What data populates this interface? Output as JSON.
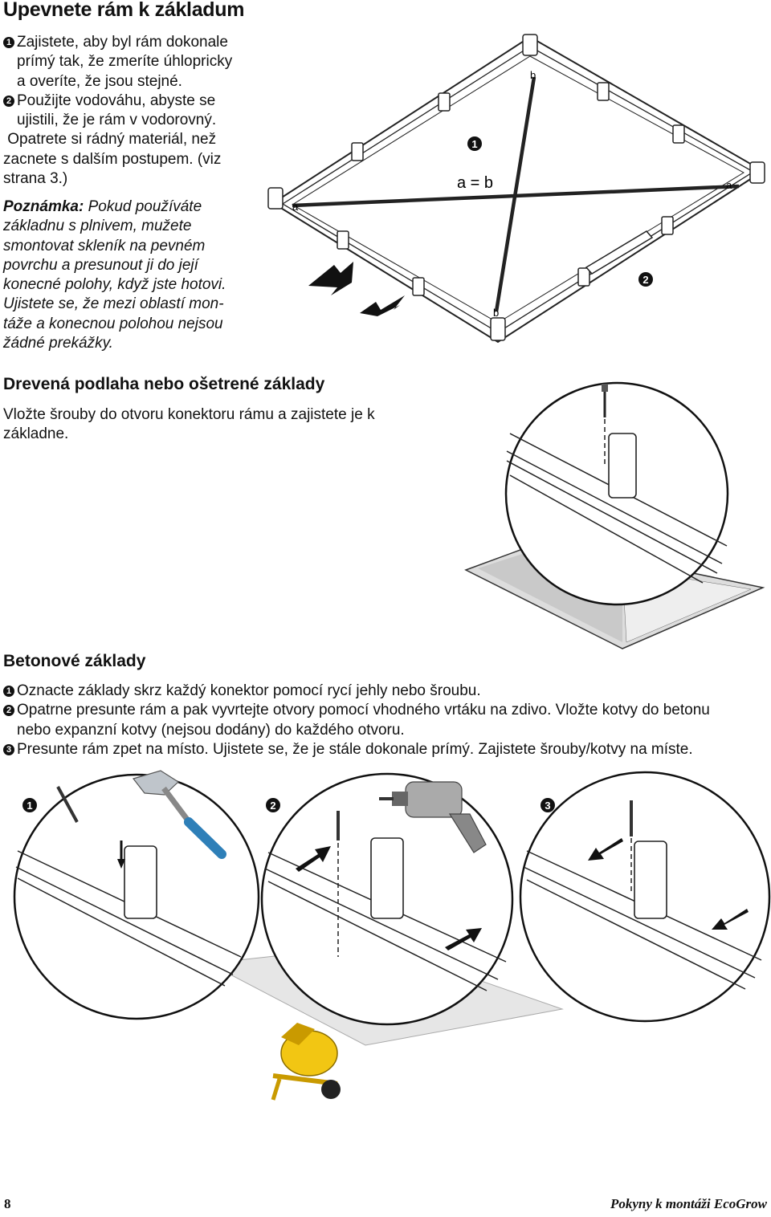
{
  "title": "Upevnete rám k základum",
  "intro_steps": [
    {
      "num": "1",
      "lines": [
        "Zajistete, aby byl rám dokonale",
        "prímý tak, že zmeríte úhlopricky",
        "a overíte, že jsou stejné."
      ]
    },
    {
      "num": "2",
      "lines": [
        "Použijte vodováhu, abyste se",
        "ujistili, že je rám v vodorovný.",
        " Opatrete si rádný materiál, než",
        "zacnete s dalším postupem. (viz",
        "strana 3.)"
      ]
    }
  ],
  "note": {
    "label": "Poznámka:",
    "lines": [
      " Pokud používáte",
      "základnu s plnivem, mužete",
      "smontovat skleník na pevném",
      "povrchu a presunout ji do její",
      "konecné polohy, když jste hotovi.",
      "Ujistete se, že mezi oblastí mon-",
      "táže a konecnou polohou nejsou",
      "žádné prekážky."
    ]
  },
  "frame_diagram": {
    "marker_1": "1",
    "marker_2": "2",
    "equation": "a = b",
    "label_a": "a",
    "label_b": "b"
  },
  "wood_section": {
    "heading": "Drevená podlaha nebo ošetrené základy",
    "lines": [
      "Vložte šrouby do otvoru konektoru rámu a zajistete je k",
      "základne."
    ]
  },
  "concrete_section": {
    "heading": "Betonové základy",
    "steps": [
      {
        "num": "1",
        "lines": [
          "Oznacte základy skrz každý konektor pomocí rycí jehly nebo šroubu."
        ]
      },
      {
        "num": "2",
        "lines": [
          "Opatrne presunte rám a pak vyvrtejte otvory pomocí vhodného vrtáku na zdivo. Vložte kotvy do betonu",
          "nebo expanzní kotvy (nejsou dodány) do každého otvoru."
        ]
      },
      {
        "num": "3",
        "lines": [
          "Presunte rám zpet na místo. Ujistete se, že je stále dokonale prímý. Zajistete šrouby/kotvy na míste."
        ]
      }
    ],
    "markers": [
      "1",
      "2",
      "3"
    ]
  },
  "footer": {
    "page": "8",
    "text": "Pokyny k montáži EcoGrow"
  },
  "colors": {
    "hammer_handle": "#2e7fb8",
    "mixer": "#f2c613",
    "mixer_dark": "#c99a00"
  }
}
